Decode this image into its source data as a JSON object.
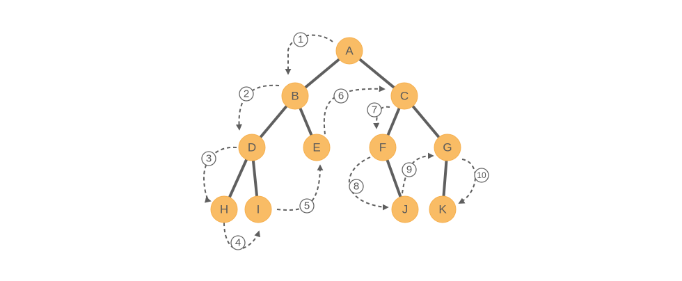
{
  "nodes": [
    {
      "id": "A",
      "label": "A"
    },
    {
      "id": "B",
      "label": "B"
    },
    {
      "id": "C",
      "label": "C"
    },
    {
      "id": "D",
      "label": "D"
    },
    {
      "id": "E",
      "label": "E"
    },
    {
      "id": "F",
      "label": "F"
    },
    {
      "id": "G",
      "label": "G"
    },
    {
      "id": "H",
      "label": "H"
    },
    {
      "id": "I",
      "label": "I"
    },
    {
      "id": "J",
      "label": "J"
    },
    {
      "id": "K",
      "label": "K"
    }
  ],
  "edges": [
    {
      "from": "A",
      "to": "B"
    },
    {
      "from": "A",
      "to": "C"
    },
    {
      "from": "B",
      "to": "D"
    },
    {
      "from": "B",
      "to": "E"
    },
    {
      "from": "C",
      "to": "F"
    },
    {
      "from": "C",
      "to": "G"
    },
    {
      "from": "D",
      "to": "H"
    },
    {
      "from": "D",
      "to": "I"
    },
    {
      "from": "F",
      "to": "J"
    },
    {
      "from": "G",
      "to": "K"
    }
  ],
  "steps": [
    {
      "number": "1",
      "from": "A",
      "to": "B"
    },
    {
      "number": "2",
      "from": "B",
      "to": "D"
    },
    {
      "number": "3",
      "from": "D",
      "to": "H"
    },
    {
      "number": "4",
      "from": "H",
      "to": "I"
    },
    {
      "number": "5",
      "from": "I",
      "to": "E"
    },
    {
      "number": "6",
      "from": "E",
      "to": "C"
    },
    {
      "number": "7",
      "from": "C",
      "to": "F"
    },
    {
      "number": "8",
      "from": "F",
      "to": "J"
    },
    {
      "number": "9",
      "from": "J",
      "to": "G"
    },
    {
      "number": "10",
      "from": "G",
      "to": "K"
    }
  ]
}
